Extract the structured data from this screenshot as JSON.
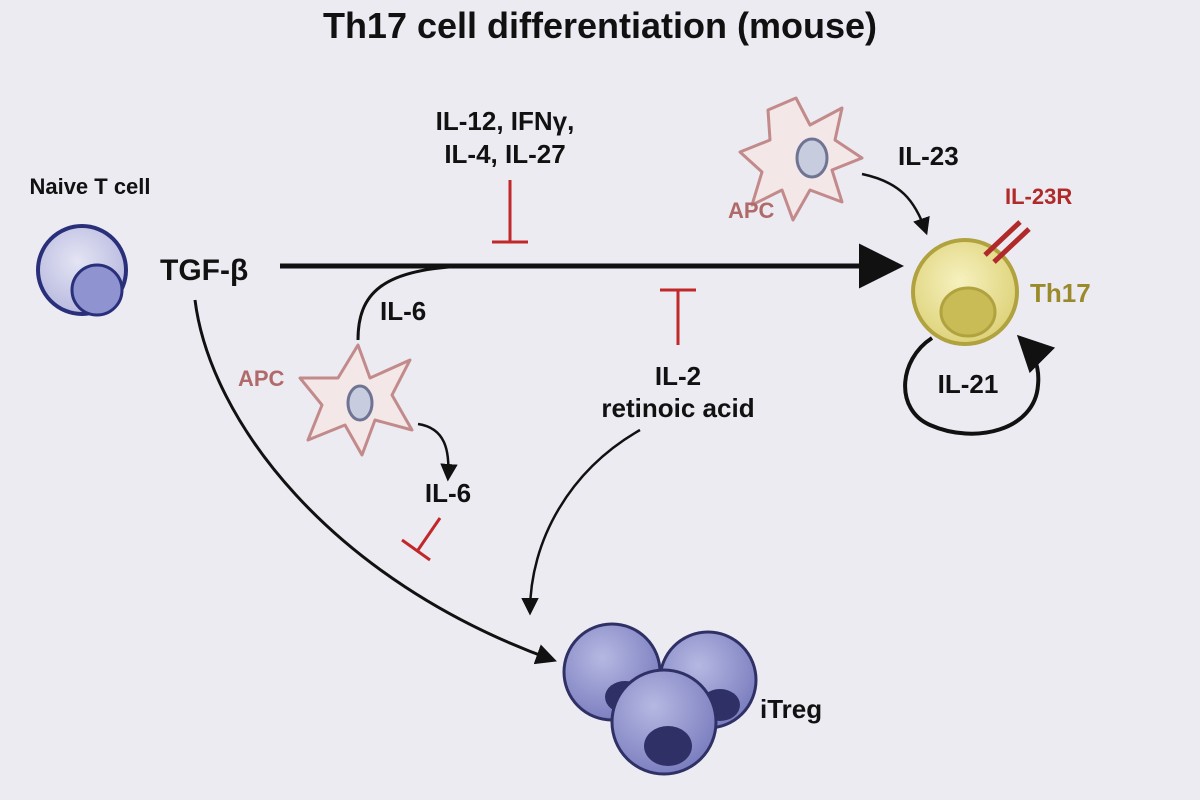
{
  "title": "Th17 cell differentiation (mouse)",
  "colors": {
    "background": "#ecebf2",
    "arrow": "#111111",
    "inhibit": "#c0282a",
    "naive_cell_fill": "#c9c9e6",
    "naive_cell_stroke": "#2a2f7a",
    "th17_fill": "#e8e094",
    "th17_stroke": "#b0a23e",
    "th17_label": "#9a8a2a",
    "itreg_fill": "#8f91c9",
    "itreg_nucleus": "#2f3166",
    "apc_stroke": "#c28a8a",
    "apc_fill": "#f3e7e7",
    "apc_label": "#b06a6a",
    "receptor": "#b02a2a"
  },
  "labels": {
    "naive_t_cell": "Naive T cell",
    "tgf_beta": "TGF-β",
    "inhibitors_line1": "IL-12, IFNγ,",
    "inhibitors_line2": "IL-4, IL-27",
    "il6_upper": "IL-6",
    "apc_left": "APC",
    "il6_lower": "IL-6",
    "il2": "IL-2",
    "retinoic_acid": "retinoic acid",
    "apc_top": "APC",
    "il23": "IL-23",
    "il23r": "IL-23R",
    "th17": "Th17",
    "il21": "IL-21",
    "itreg": "iTreg"
  }
}
